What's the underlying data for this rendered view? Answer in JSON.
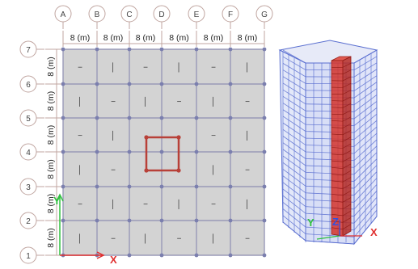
{
  "plan": {
    "column_grid_labels": [
      "A",
      "B",
      "C",
      "D",
      "E",
      "F",
      "G"
    ],
    "row_grid_labels": [
      "7",
      "6",
      "5",
      "4",
      "3",
      "2",
      "1"
    ],
    "bay_dimension_label": "8 (m)",
    "slab_cells": [
      [
        "−",
        "│",
        "−",
        "│",
        "−",
        "│"
      ],
      [
        "│",
        "−",
        "│",
        "−",
        "│",
        "−"
      ],
      [
        "−",
        "│",
        "",
        "",
        "−",
        "│"
      ],
      [
        "│",
        "−",
        "",
        "",
        "│",
        "−"
      ],
      [
        "−",
        "│",
        "−",
        "│",
        "−",
        "│"
      ],
      [
        "│",
        "−",
        "│",
        "−",
        "│",
        "−"
      ]
    ],
    "axis_x_label": "X",
    "axis_y_label": "Y"
  },
  "model3d": {
    "axis_x_label": "X",
    "axis_y_label": "Y",
    "axis_z_label": "Z"
  },
  "colors": {
    "slab": "#d3d3d3",
    "beam": "#9a9ab8",
    "node": "#7b7fae",
    "core": "#c0392b",
    "frame3d": "#5a6fd0",
    "axis_x": "#e03030",
    "axis_y": "#30c040",
    "axis_z": "#3050e0"
  }
}
